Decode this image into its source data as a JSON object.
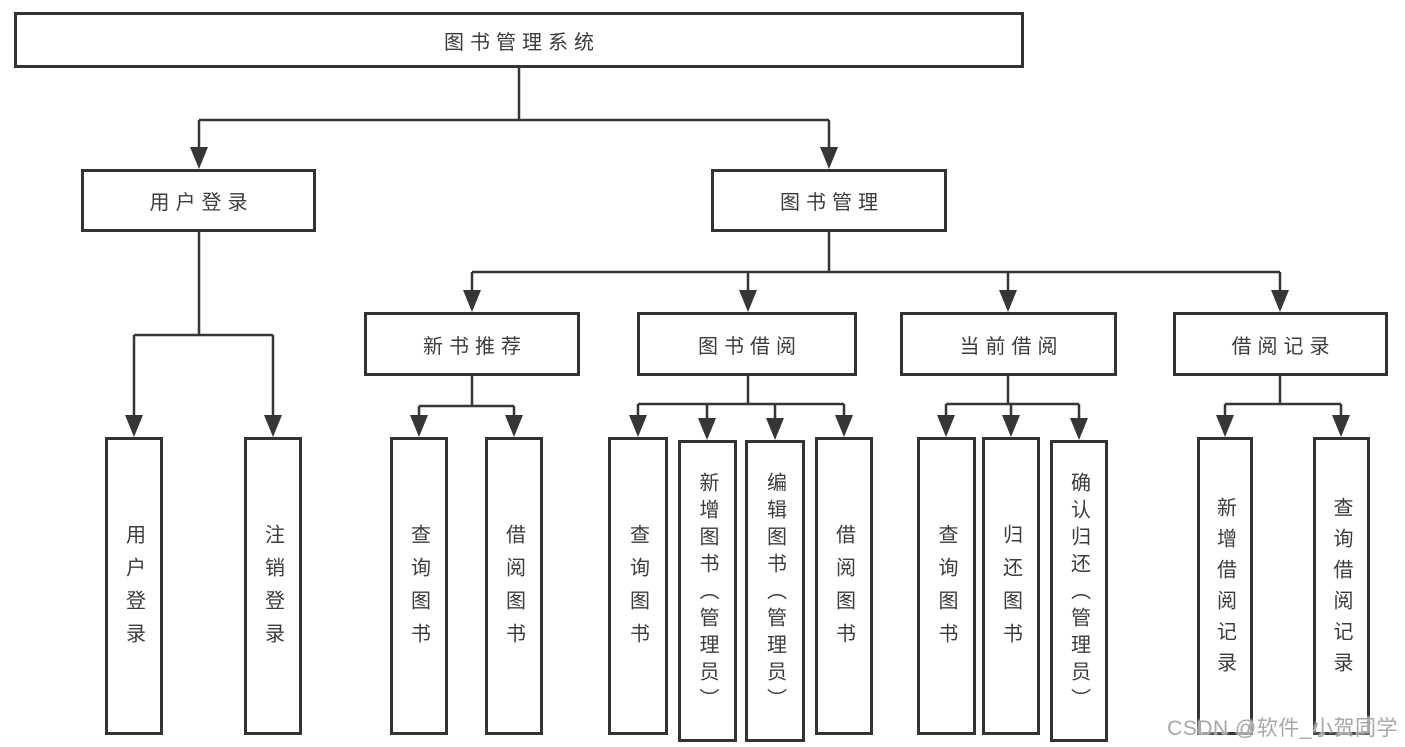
{
  "tree": {
    "label": "图书管理系统",
    "children": [
      {
        "label": "用户登录",
        "children": [
          {
            "label": "用户登录"
          },
          {
            "label": "注销登录"
          }
        ]
      },
      {
        "label": "图书管理",
        "children": [
          {
            "label": "新书推荐",
            "children": [
              {
                "label": "查询图书"
              },
              {
                "label": "借阅图书"
              }
            ]
          },
          {
            "label": "图书借阅",
            "children": [
              {
                "label": "查询图书"
              },
              {
                "label": "新增图书（管理员）"
              },
              {
                "label": "编辑图书（管理员）"
              },
              {
                "label": "借阅图书"
              }
            ]
          },
          {
            "label": "当前借阅",
            "children": [
              {
                "label": "查询图书"
              },
              {
                "label": "归还图书"
              },
              {
                "label": "确认归还（管理员）"
              }
            ]
          },
          {
            "label": "借阅记录",
            "children": [
              {
                "label": "新增借阅记录"
              },
              {
                "label": "查询借阅记录"
              }
            ]
          }
        ]
      }
    ]
  },
  "watermark": {
    "text": "CSDN @软件_小贺同学"
  },
  "colors": {
    "line": "#363636",
    "box_border": "#333333",
    "text": "#3c3c3c",
    "watermark": "#a7a7a7",
    "background": "#ffffff"
  }
}
